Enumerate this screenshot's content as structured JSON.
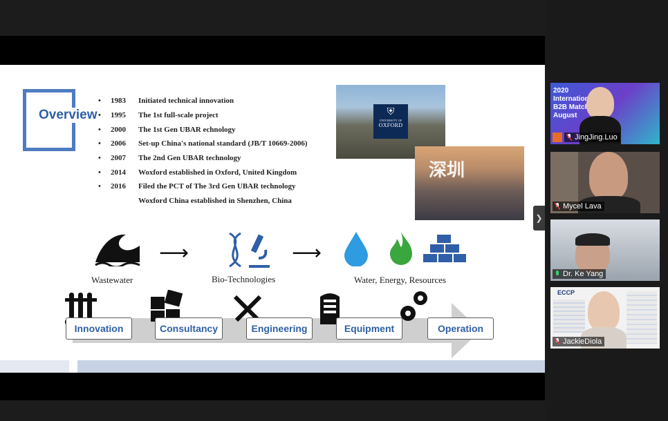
{
  "slide": {
    "overview_title": "Overview",
    "timeline": [
      {
        "year": "1983",
        "text": "Initiated technical innovation"
      },
      {
        "year": "1995",
        "text": "The 1st full-scale project"
      },
      {
        "year": "2000",
        "text": "The 1st Gen UBAR echnology"
      },
      {
        "year": "2006",
        "text": "Set-up China's national standard (JB/T 10669-2006)"
      },
      {
        "year": "2007",
        "text": "The 2nd Gen UBAR technology"
      },
      {
        "year": "2014",
        "text": "Woxford established in Oxford, United Kingdom"
      },
      {
        "year": "2016",
        "text": "Filed the PCT of The 3rd Gen UBAR technology"
      },
      {
        "year": "",
        "text": "Woxford China established in Shenzhen, China"
      }
    ],
    "oxford_badge": {
      "small": "UNIVERSITY OF",
      "big": "OXFORD"
    },
    "shenzhen_title": "深圳",
    "flow": {
      "wastewater": "Wastewater",
      "biotech": "Bio-Technologies",
      "outputs": "Water, Energy, Resources"
    },
    "process": [
      "Innovation",
      "Consultancy",
      "Engineering",
      "Equipment",
      "Operation"
    ],
    "colors": {
      "accent": "#2f5fa7",
      "frame": "#4e7cc0",
      "water": "#2f9be0",
      "fire": "#3aa63e"
    }
  },
  "participants": [
    {
      "name": "JingJing.Luo",
      "tile_text": "2020 Internation B2B Match August"
    },
    {
      "name": "Mycel Lava"
    },
    {
      "name": "Dr. Ke Yang"
    },
    {
      "name": "JackieDiola",
      "tile_text": "ECCP"
    }
  ],
  "sidebar": {
    "collapse_icon": "chevron-right-icon"
  }
}
